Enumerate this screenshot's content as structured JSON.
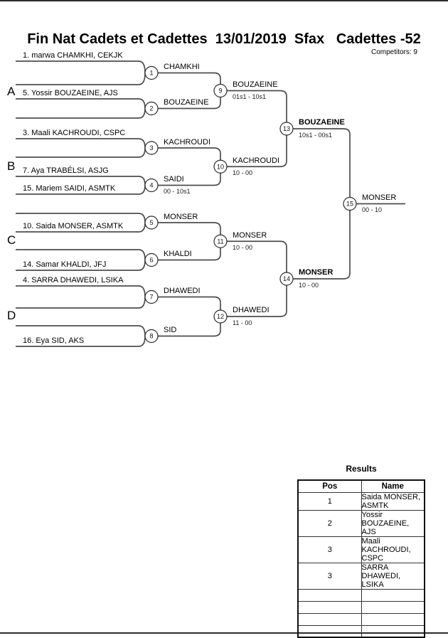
{
  "header": {
    "title": "Fin Nat Cadets et Cadettes  13/01/2019  Sfax   Cadettes -52",
    "competitors": "Competitors: 9"
  },
  "colors": {
    "bracket_line": "#4d4d4d",
    "text": "#000000"
  },
  "bracket": {
    "sections": {
      "a": "A",
      "b": "B",
      "c": "C",
      "d": "D"
    },
    "entrants": {
      "m1_top": "1. marwa CHAMKHI, CEKJK",
      "m2_top": "5. Yossir BOUZAEINE, AJS",
      "m3_top": "3. Maali KACHROUDI, CSPC",
      "m4_top": "7. Aya TRABÉLSI, ASJG",
      "m4_bottom": "15. Mariem SAIDI, ASMTK",
      "m5_bottom": "10. Saida MONSER, ASMTK",
      "m6_bottom": "14. Samar KHALDI, JFJ",
      "m7_top": "4. SARRA DHAWEDI, LSIKA",
      "m8_bottom": "16. Eya SID, AKS"
    },
    "matches": {
      "m1": {
        "no": "1",
        "winner": "CHAMKHI",
        "score": ""
      },
      "m2": {
        "no": "2",
        "winner": "BOUZAEINE",
        "score": ""
      },
      "m3": {
        "no": "3",
        "winner": "KACHROUDI",
        "score": ""
      },
      "m4": {
        "no": "4",
        "winner": "SAIDI",
        "score": "00 - 10s1"
      },
      "m5": {
        "no": "5",
        "winner": "MONSER",
        "score": ""
      },
      "m6": {
        "no": "6",
        "winner": "KHALDI",
        "score": ""
      },
      "m7": {
        "no": "7",
        "winner": "DHAWEDI",
        "score": ""
      },
      "m8": {
        "no": "8",
        "winner": "SID",
        "score": ""
      },
      "m9": {
        "no": "9",
        "winner": "BOUZAEINE",
        "score": "01s1 - 10s1"
      },
      "m10": {
        "no": "10",
        "winner": "KACHROUDI",
        "score": "10 - 00"
      },
      "m11": {
        "no": "11",
        "winner": "MONSER",
        "score": "10 - 00"
      },
      "m12": {
        "no": "12",
        "winner": "DHAWEDI",
        "score": "11 - 00"
      },
      "m13": {
        "no": "13",
        "winner": "BOUZAEINE",
        "score": "10s1 - 00s1"
      },
      "m14": {
        "no": "14",
        "winner": "MONSER",
        "score": "10 - 00"
      },
      "m15": {
        "no": "15",
        "winner": "MONSER",
        "score": "00 - 10"
      }
    }
  },
  "results": {
    "title": "Results",
    "columns": {
      "pos": "Pos",
      "name": "Name"
    },
    "rows": [
      {
        "pos": "1",
        "name": "Saida MONSER, ASMTK"
      },
      {
        "pos": "2",
        "name": "Yossir BOUZAEINE, AJS"
      },
      {
        "pos": "3",
        "name": "Maali KACHROUDI, CSPC"
      },
      {
        "pos": "3",
        "name": "SARRA DHAWEDI, LSIKA"
      },
      {
        "pos": "",
        "name": ""
      },
      {
        "pos": "",
        "name": ""
      },
      {
        "pos": "",
        "name": ""
      },
      {
        "pos": "",
        "name": ""
      }
    ]
  }
}
